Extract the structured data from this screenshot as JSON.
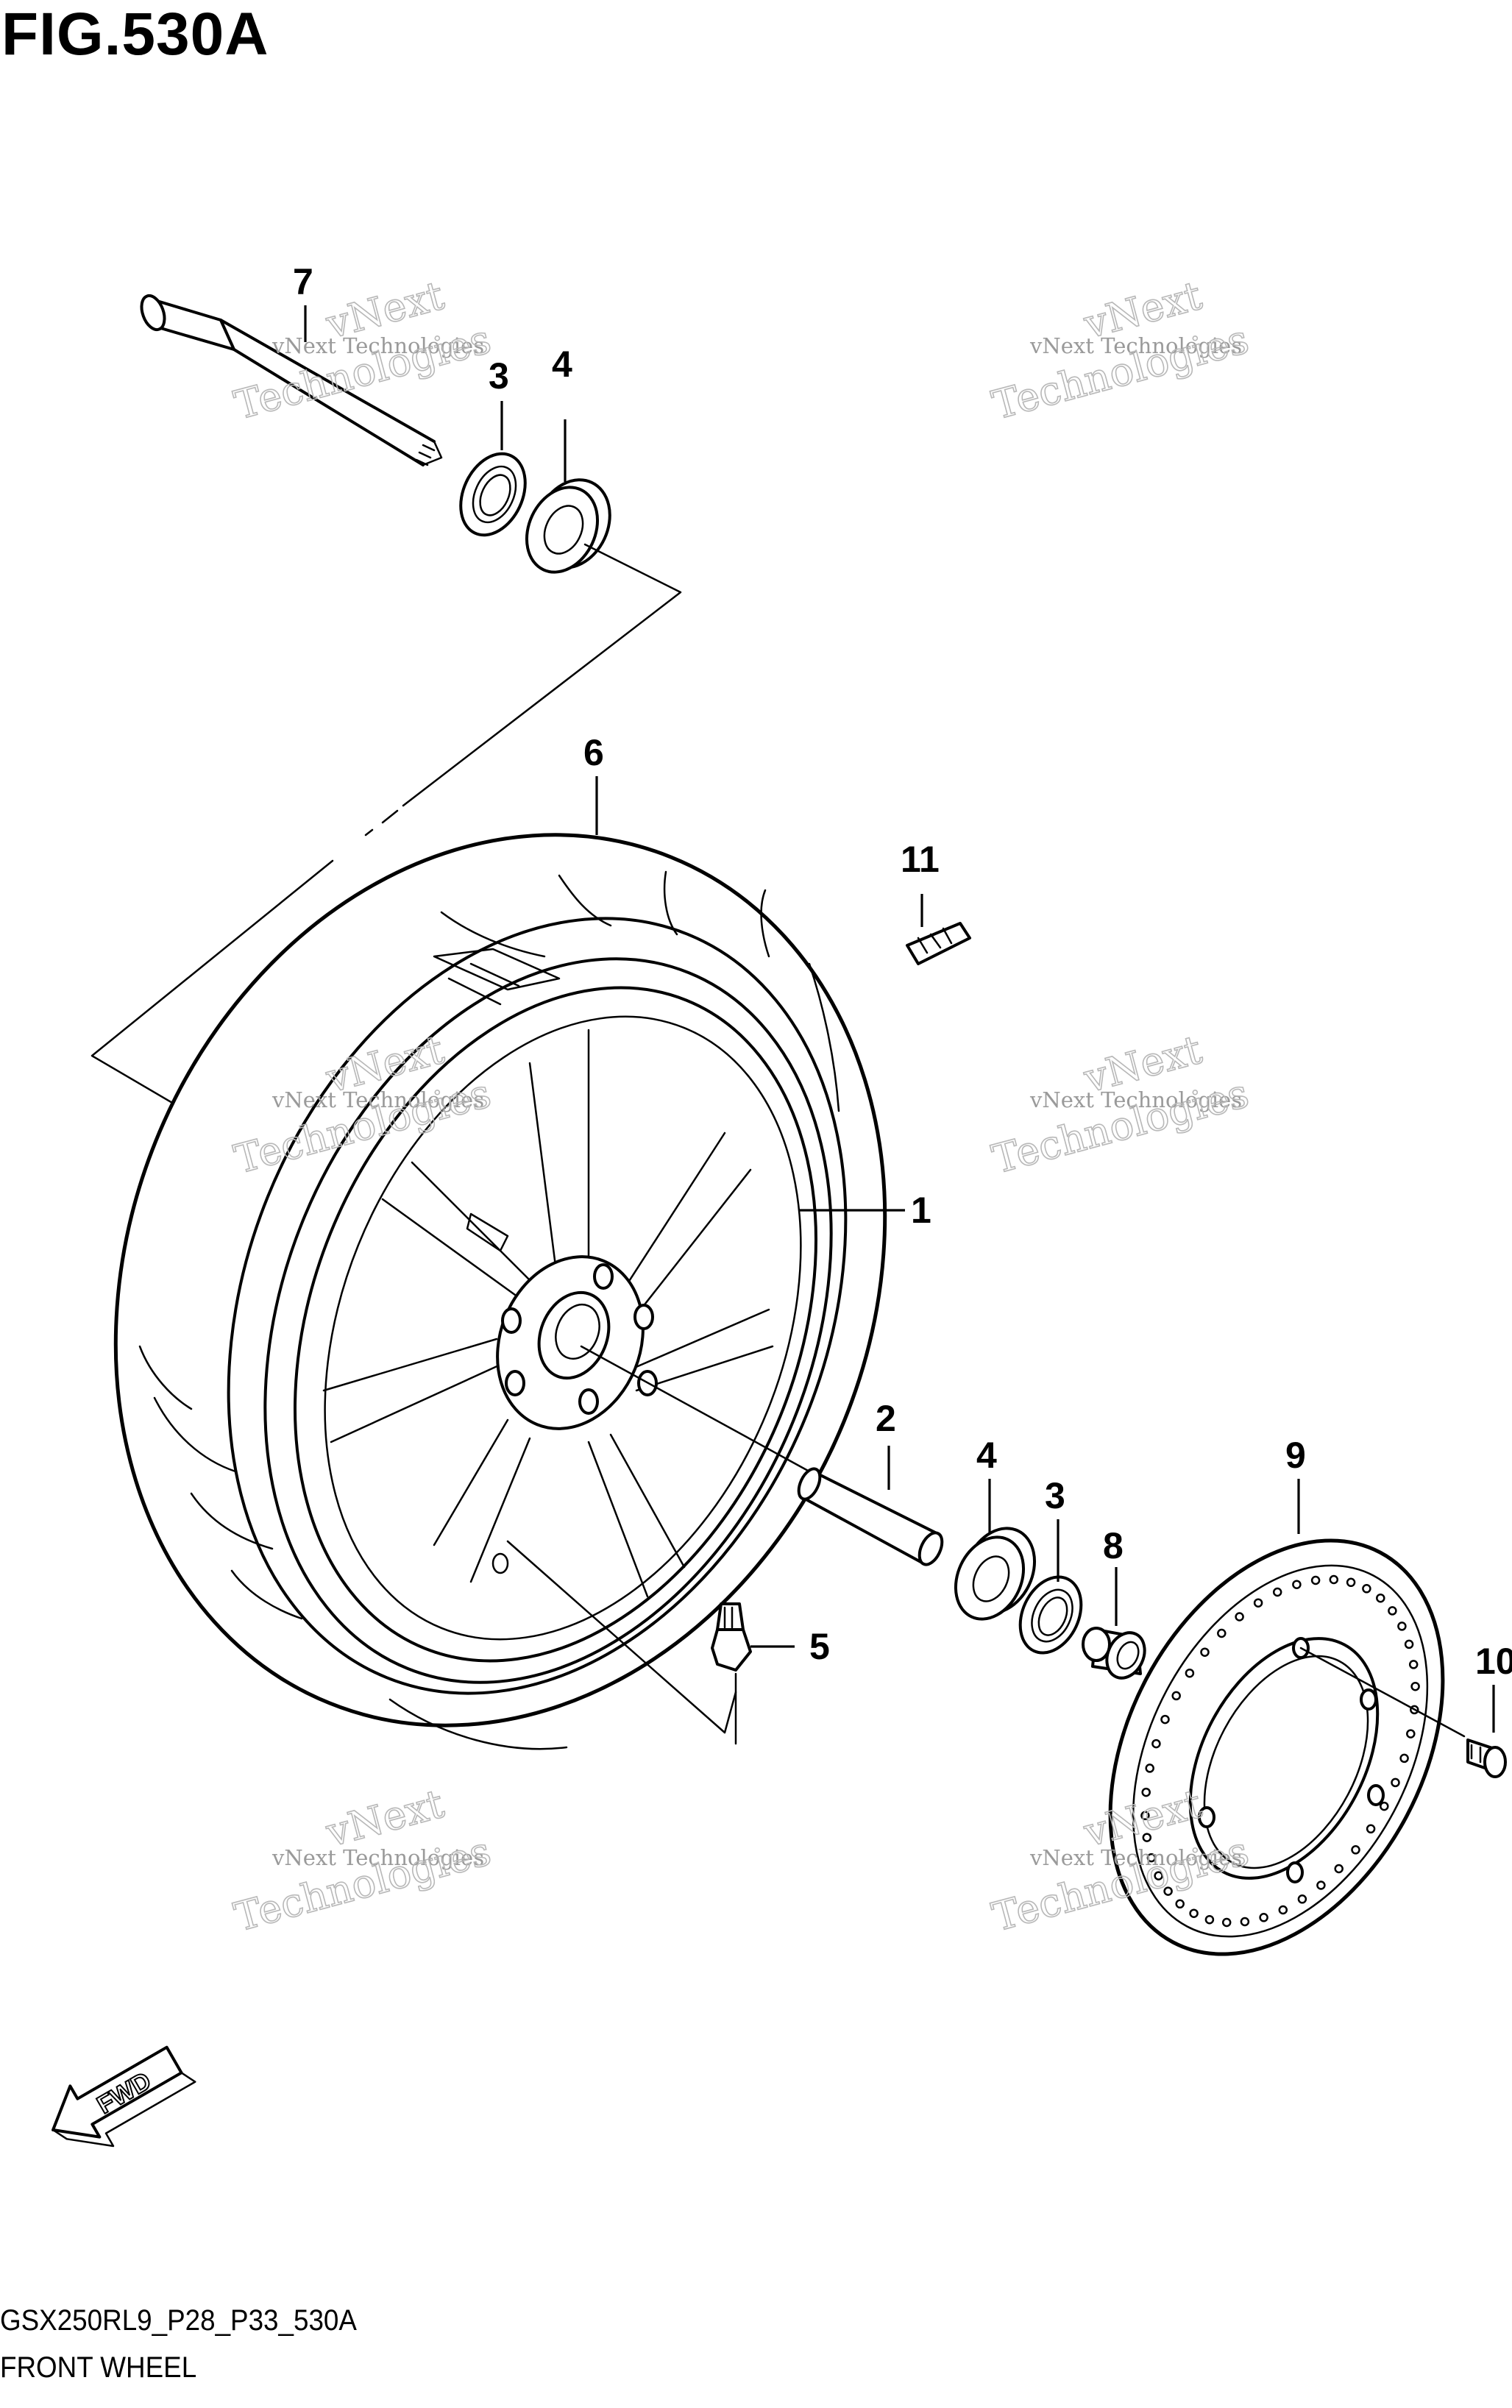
{
  "figure": {
    "title": "FIG.530A",
    "model_code": "GSX250RL9_P28_P33_530A",
    "name": "FRONT WHEEL"
  },
  "callouts": {
    "c1": "1",
    "c2": "2",
    "c3a": "3",
    "c3b": "3",
    "c4a": "4",
    "c4b": "4",
    "c5": "5",
    "c6": "6",
    "c7": "7",
    "c8": "8",
    "c9": "9",
    "c10": "10",
    "c11": "11"
  },
  "watermark": {
    "line1": "vNext",
    "line2": "vNext Technologies",
    "line3": "Technologies"
  },
  "fwd_label": "FWD"
}
